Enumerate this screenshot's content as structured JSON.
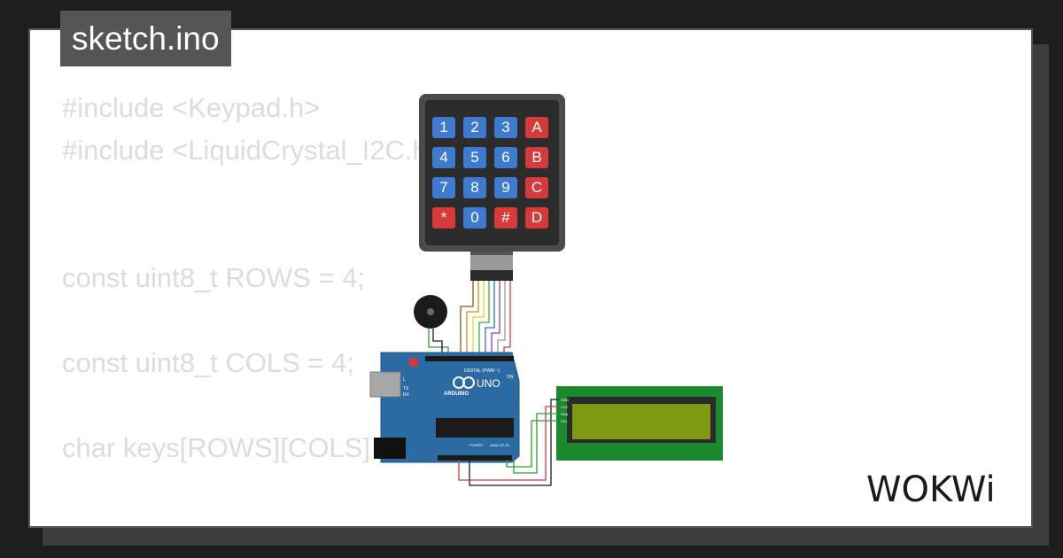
{
  "header": {
    "filename": "sketch.ino"
  },
  "code": {
    "lines": [
      "#include <Keypad.h>",
      "#include <LiquidCrystal_I2C.h>",
      "",
      "",
      "const uint8_t ROWS = 4;",
      "",
      "const uint8_t COLS = 4;",
      "",
      "char keys[ROWS][COLS] = {"
    ]
  },
  "keypad": {
    "keys": [
      "1",
      "2",
      "3",
      "A",
      "4",
      "5",
      "6",
      "B",
      "7",
      "8",
      "9",
      "C",
      "*",
      "0",
      "#",
      "D"
    ],
    "colors": {
      "number": "#3e7bd0",
      "letter": "#d63a3a"
    }
  },
  "arduino": {
    "logo_text": "ARDUINO",
    "model": "UNO",
    "digital_label": "DIGITAL (PWM ~)",
    "power_label": "POWER",
    "analog_label": "ANALOG IN",
    "on_label": "ON",
    "tx_label": "TX",
    "rx_label": "RX",
    "l_label": "L"
  },
  "lcd": {
    "pins": [
      "GND",
      "VCC",
      "SDA",
      "SCL"
    ]
  },
  "brand": {
    "logo_text": "WOKWi"
  },
  "colors": {
    "background": "#1e1e1e",
    "card": "#ffffff",
    "code_text": "#dcdcdc",
    "tab": "#555555",
    "arduino_board": "#2b6aa3",
    "lcd_pcb": "#1b8a2f",
    "lcd_screen": "#7d9a12"
  }
}
